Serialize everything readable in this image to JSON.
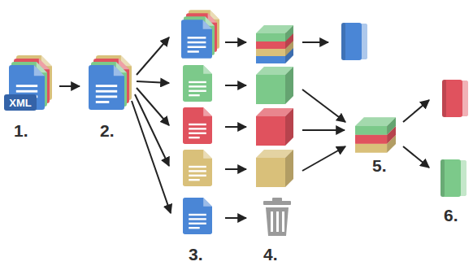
{
  "diagram": {
    "labels": [
      "XML",
      "1.",
      "2.",
      "3.",
      "4.",
      "5.",
      "6."
    ]
  }
}
